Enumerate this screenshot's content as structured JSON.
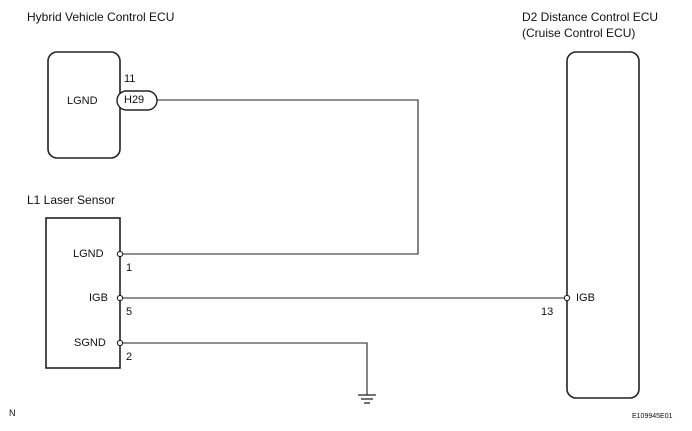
{
  "hv_ecu": {
    "title": "Hybrid Vehicle Control ECU",
    "terminal": "LGND",
    "pin_number": "11",
    "connector": "H29"
  },
  "laser_sensor": {
    "title": "L1 Laser Sensor",
    "terminals": [
      {
        "name": "LGND",
        "pin": "1"
      },
      {
        "name": "IGB",
        "pin": "5"
      },
      {
        "name": "SGND",
        "pin": "2"
      }
    ]
  },
  "distance_ecu": {
    "title_line1": "D2 Distance Control ECU",
    "title_line2": "(Cruise Control ECU)",
    "terminal": "IGB",
    "pin_number": "13"
  },
  "corner_marks": {
    "left": "N",
    "right": "E109945E01"
  },
  "colors": {
    "line": "#222222",
    "background": "#ffffff"
  }
}
